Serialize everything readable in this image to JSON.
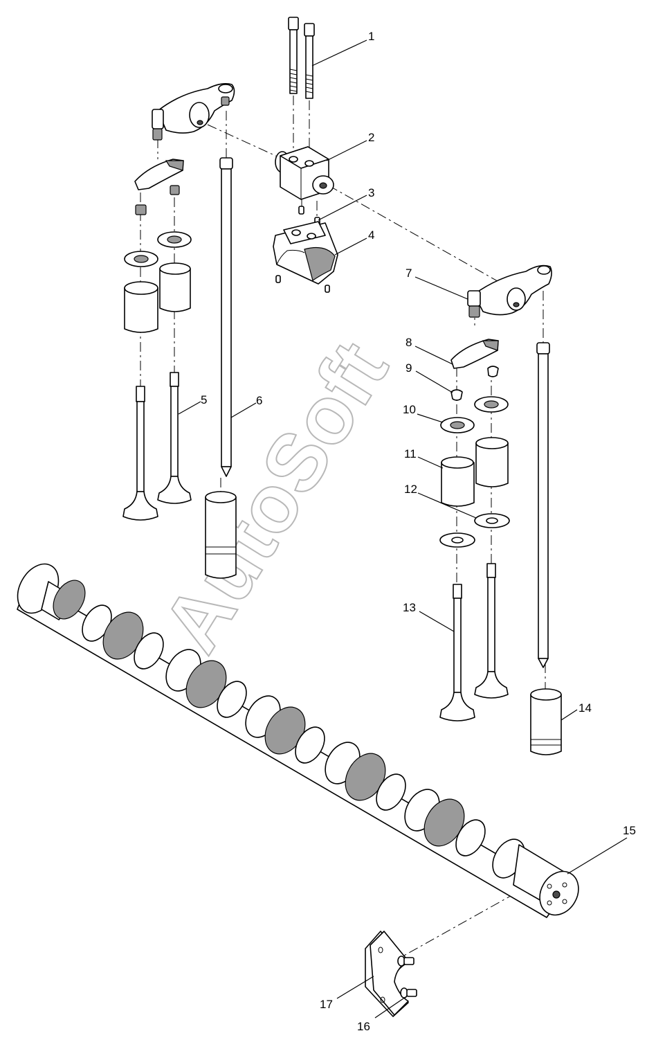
{
  "watermark": "AutoSoft",
  "callouts": [
    {
      "id": "1",
      "text": "1"
    },
    {
      "id": "2",
      "text": "2"
    },
    {
      "id": "3",
      "text": "3"
    },
    {
      "id": "4",
      "text": "4"
    },
    {
      "id": "5",
      "text": "5"
    },
    {
      "id": "6",
      "text": "6"
    },
    {
      "id": "7",
      "text": "7"
    },
    {
      "id": "8",
      "text": "8"
    },
    {
      "id": "9",
      "text": "9"
    },
    {
      "id": "10",
      "text": "10"
    },
    {
      "id": "11",
      "text": "11"
    },
    {
      "id": "12",
      "text": "12"
    },
    {
      "id": "13",
      "text": "13"
    },
    {
      "id": "14",
      "text": "14"
    },
    {
      "id": "15",
      "text": "15"
    },
    {
      "id": "16",
      "text": "16"
    },
    {
      "id": "17",
      "text": "17"
    }
  ]
}
